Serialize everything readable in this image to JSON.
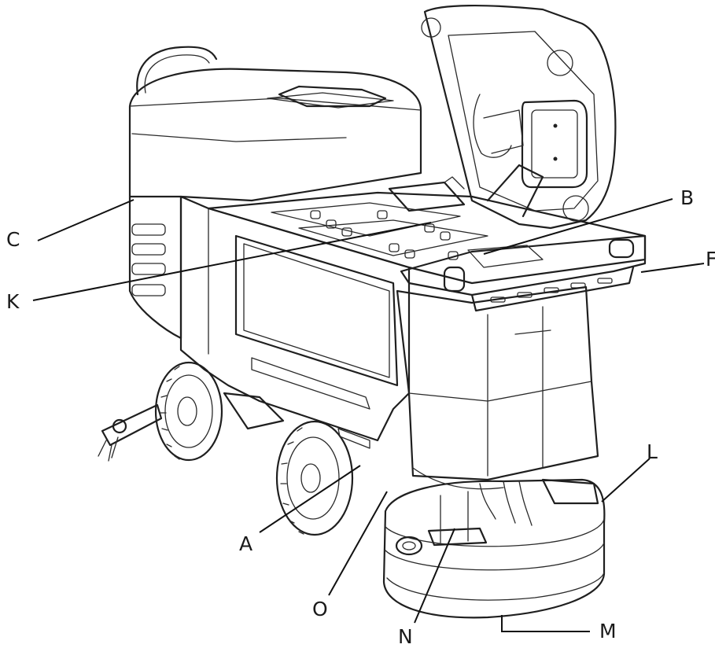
{
  "diagram": {
    "labels": {
      "A": "A",
      "B": "B",
      "C": "C",
      "F": "F",
      "K": "K",
      "L": "L",
      "M": "M",
      "N": "N",
      "O": "O"
    }
  }
}
